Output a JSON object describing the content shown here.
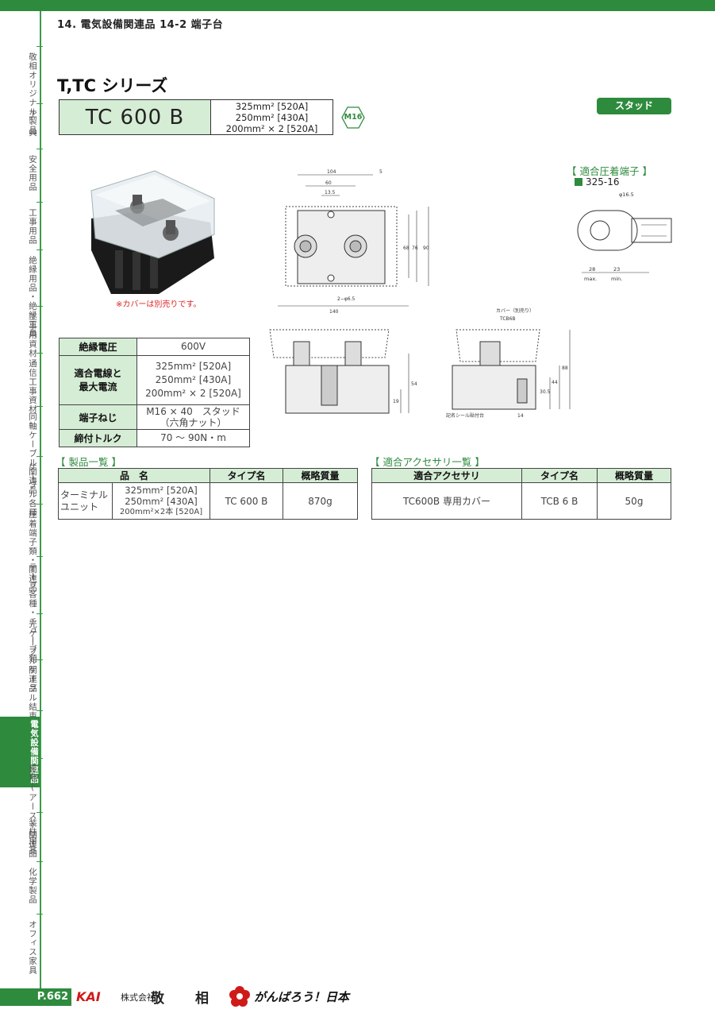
{
  "header": {
    "title": "14.  電気設備関連品   14-2 端子台"
  },
  "sidebar": {
    "items": [
      {
        "label": "敬相オリジナル製品"
      },
      {
        "label": "工　具"
      },
      {
        "label": "安全用品"
      },
      {
        "label": "工事用品"
      },
      {
        "label": "絶縁用品・絶縁工具"
      },
      {
        "label": "工事用資材"
      },
      {
        "label": "通信工事資材"
      },
      {
        "label": "同軸ケーブル関連品"
      },
      {
        "label": "ケーブル各種"
      },
      {
        "label": "圧着端子類・関連品"
      },
      {
        "label": "テープ各種・チューブ類"
      },
      {
        "label": "光ケーブル関連品"
      },
      {
        "label": "ケーブル結束・固定品"
      },
      {
        "label": "電気設備関連品"
      },
      {
        "label": "接地(アース)関連品"
      },
      {
        "label": "装柱用品"
      },
      {
        "label": "化学製品"
      },
      {
        "label": "オフィス家具"
      }
    ],
    "active_index": 13
  },
  "series_title": "T,TC シリーズ",
  "model": {
    "name": "TC 600 B",
    "specs": [
      "325mm² [520A]",
      "250mm² [430A]",
      "200mm² × 2 [520A]"
    ],
    "thread_badge": "M16"
  },
  "type_badge": "スタッド",
  "cover_note": "※カバーは別売りです。",
  "crimp": {
    "heading": "【 適合圧着端子 】",
    "code": "325-16"
  },
  "drawing_labels": {
    "d104": "104",
    "d5": "5",
    "d60": "60",
    "d13_5": "13.5",
    "d68": "68",
    "d76": "76",
    "d90": "90",
    "holes": "2−φ6.5",
    "d140": "140",
    "d54": "54",
    "d19": "19",
    "cover": "カバー（別売り）",
    "cover_code": "TCB6B",
    "d88": "88",
    "d44": "44",
    "d30_5": "30.5",
    "d14": "14",
    "seal": "記名シール貼付台",
    "phi16_5": "φ16.5",
    "d28": "28",
    "d23": "23",
    "max": "max.",
    "min": "min."
  },
  "spec_table": [
    {
      "label": "絶縁電圧",
      "value": [
        "600V"
      ]
    },
    {
      "label": "適合電線と\n最大電流",
      "value": [
        "325mm² [520A]",
        "250mm² [430A]",
        "200mm² × 2 [520A]"
      ]
    },
    {
      "label": "端子ねじ",
      "value": [
        "M16 × 40　スタッド",
        "（六角ナット）"
      ]
    },
    {
      "label": "締付トルク",
      "value": [
        "70 ～ 90N・m"
      ]
    }
  ],
  "products": {
    "heading": "【 製品一覧 】",
    "headers": [
      "品　名",
      "タイプ名",
      "概略質量"
    ],
    "row": {
      "name": "ターミナル\nユニット",
      "specs": [
        "325mm² [520A]",
        "250mm² [430A]",
        "200mm²×2本 [520A]"
      ],
      "type": "TC 600 B",
      "mass": "870g"
    }
  },
  "accessories": {
    "heading": "【 適合アクセサリ一覧 】",
    "headers": [
      "適合アクセサリ",
      "タイプ名",
      "概略質量"
    ],
    "row": {
      "name": "TC600B 専用カバー",
      "type": "TCB 6 B",
      "mass": "50g"
    }
  },
  "footer": {
    "page": "P.662",
    "logo": "KAI",
    "company_prefix": "株式会社",
    "kei": "敬",
    "sou": "相",
    "slogan": "がんばろう！日本"
  },
  "colors": {
    "brand_green": "#2e8b3e",
    "light_green": "#d5ecd5",
    "note_red": "#dd2222"
  }
}
